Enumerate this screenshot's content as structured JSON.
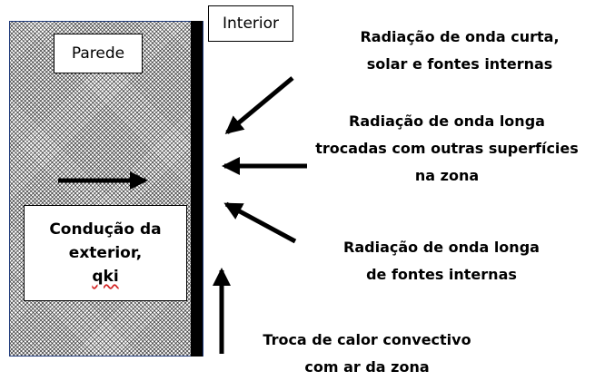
{
  "wall_label": "Parede",
  "interior_label": "Interior",
  "conduction": {
    "line1": "Condução da",
    "line2": "exterior,",
    "line3": "qki"
  },
  "flux_labels": {
    "shortwave": [
      "Radiação de onda curta,",
      "solar e fontes internas"
    ],
    "longwave_surfaces": [
      "Radiação de onda longa",
      "trocadas com outras superfícies",
      "na zona"
    ],
    "longwave_internal": [
      "Radiação de onda longa",
      "de fontes internas"
    ],
    "convection": [
      "Troca de calor convectivo",
      "com ar da zona"
    ]
  },
  "colors": {
    "wall_border": "#1f3a7a",
    "arrow": "#000000",
    "spelling_underline": "#d22020"
  }
}
